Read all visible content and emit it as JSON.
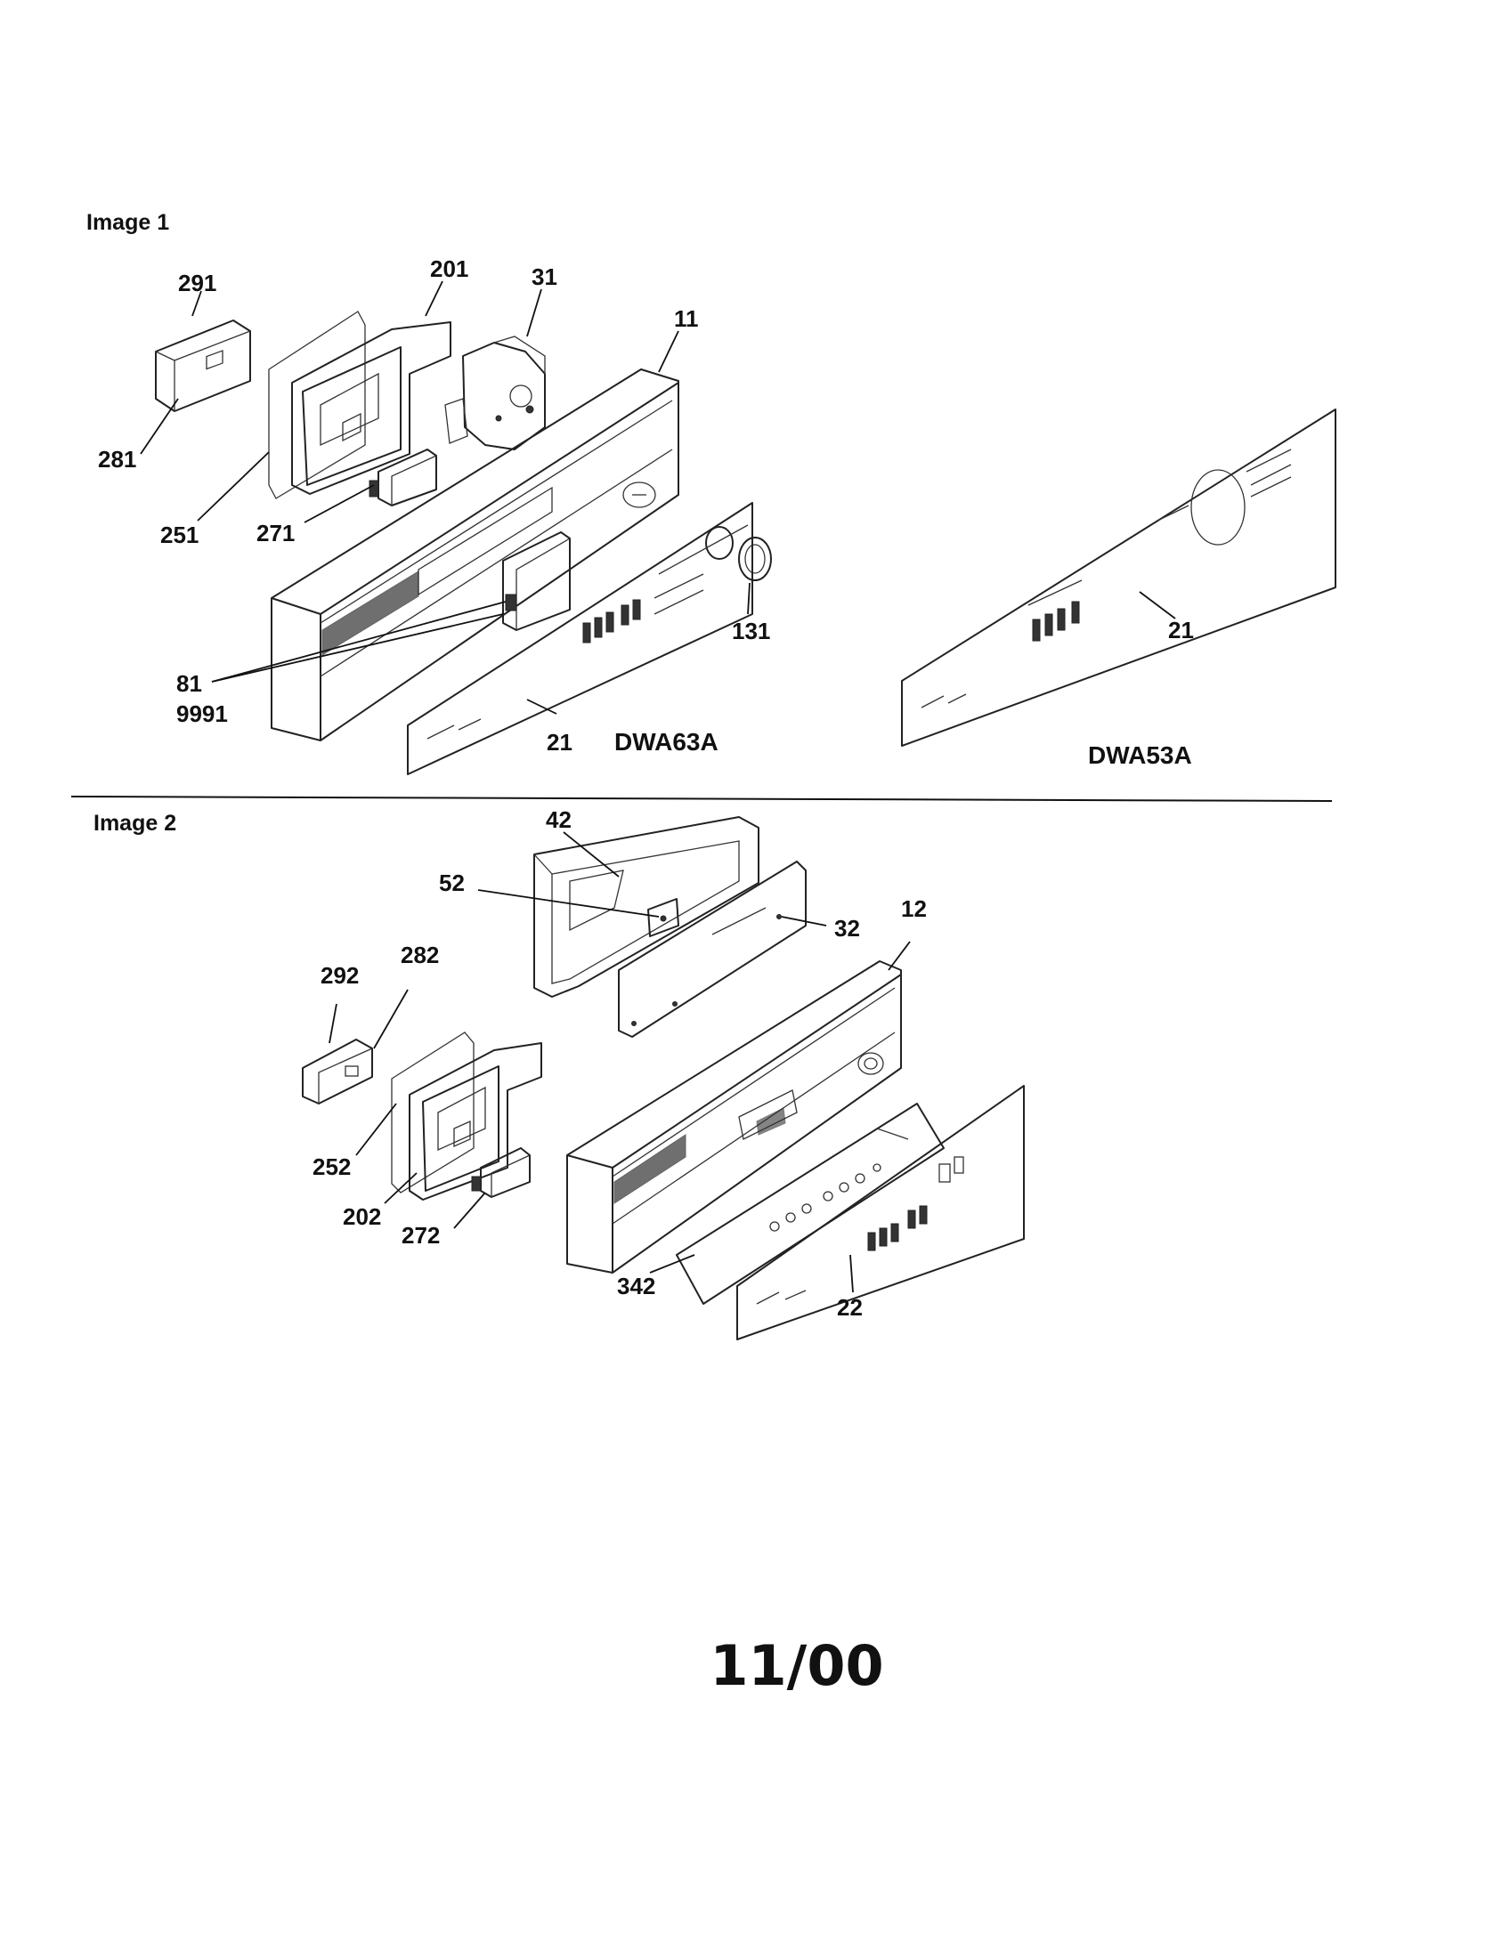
{
  "sections": [
    {
      "title": "Image 1",
      "models": [
        "DWA63A",
        "DWA53A"
      ],
      "callouts": [
        "291",
        "201",
        "31",
        "11",
        "281",
        "251",
        "271",
        "131",
        "21",
        "81",
        "9991",
        "21"
      ]
    },
    {
      "title": "Image 2",
      "callouts": [
        "42",
        "52",
        "32",
        "12",
        "292",
        "282",
        "252",
        "202",
        "272",
        "342",
        "22"
      ]
    }
  ],
  "footer": {
    "date": "11/00"
  }
}
